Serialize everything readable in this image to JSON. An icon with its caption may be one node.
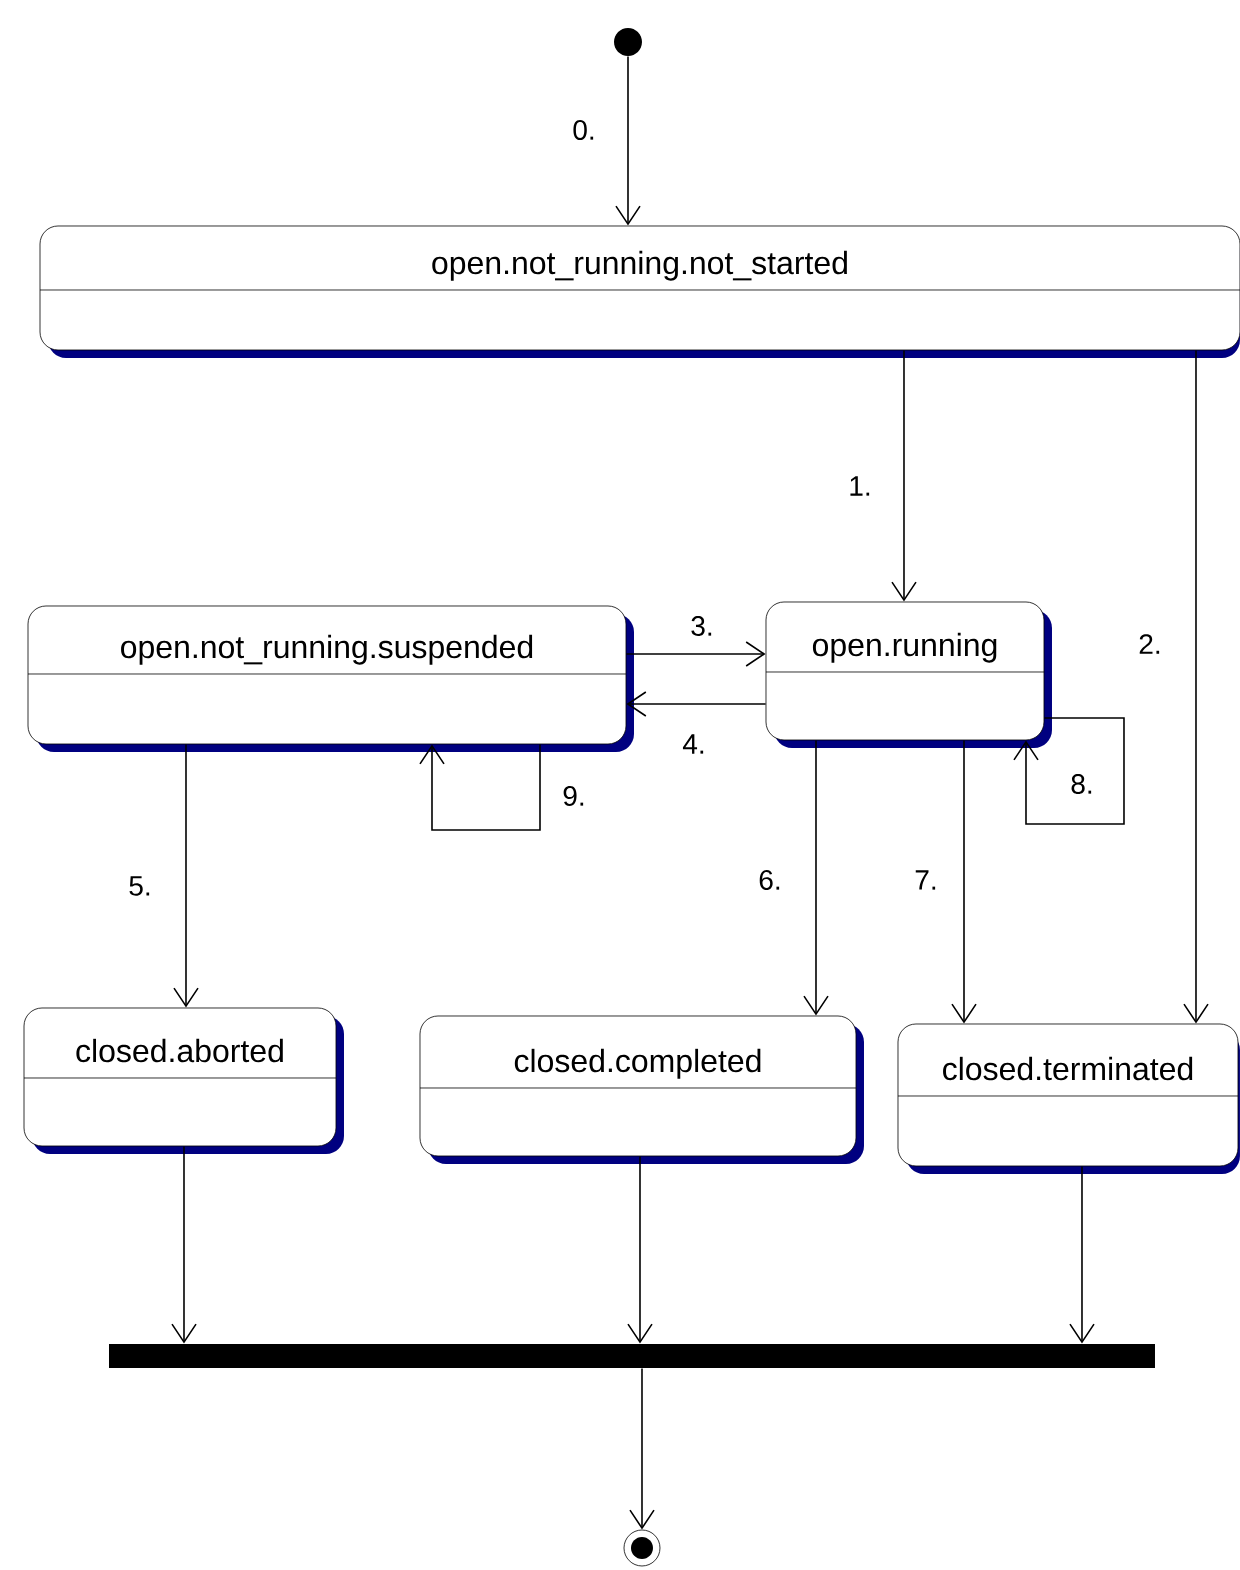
{
  "diagram": {
    "nodes": [
      {
        "text": [],
        "shape": "circle"
      },
      {
        "text": [
          "open.not_running.not_started"
        ]
      },
      {
        "text": [
          "open.not_running.suspended"
        ]
      },
      {
        "text": [
          "open.running"
        ]
      },
      {
        "text": [
          "closed.aborted"
        ]
      },
      {
        "text": [
          "closed.completed"
        ]
      },
      {
        "text": [
          "closed.terminated"
        ]
      },
      {
        "text": [],
        "shape": "bar"
      },
      {
        "text": [],
        "shape": "circle"
      }
    ],
    "edges": [
      {
        "from": 0,
        "to": 1,
        "arrow": "to",
        "label": "0."
      },
      {
        "from": 1,
        "to": 3,
        "arrow": "to",
        "label": "1."
      },
      {
        "from": 1,
        "to": 6,
        "arrow": "to",
        "label": "2."
      },
      {
        "from": 2,
        "to": 3,
        "arrow": "to",
        "label": "3."
      },
      {
        "from": 3,
        "to": 2,
        "arrow": "to",
        "label": "4."
      },
      {
        "from": 2,
        "to": 4,
        "arrow": "to",
        "label": "5."
      },
      {
        "from": 3,
        "to": 5,
        "arrow": "to",
        "label": "6."
      },
      {
        "from": 3,
        "to": 6,
        "arrow": "to",
        "label": "7."
      },
      {
        "from": 3,
        "to": 3,
        "arrow": "to",
        "label": "8."
      },
      {
        "from": 2,
        "to": 2,
        "arrow": "to",
        "label": "9."
      },
      {
        "from": 4,
        "to": 7,
        "arrow": "to"
      },
      {
        "from": 5,
        "to": 7,
        "arrow": "to"
      },
      {
        "from": 6,
        "to": 7,
        "arrow": "to"
      },
      {
        "from": 7,
        "to": 8,
        "arrow": "to"
      }
    ]
  }
}
